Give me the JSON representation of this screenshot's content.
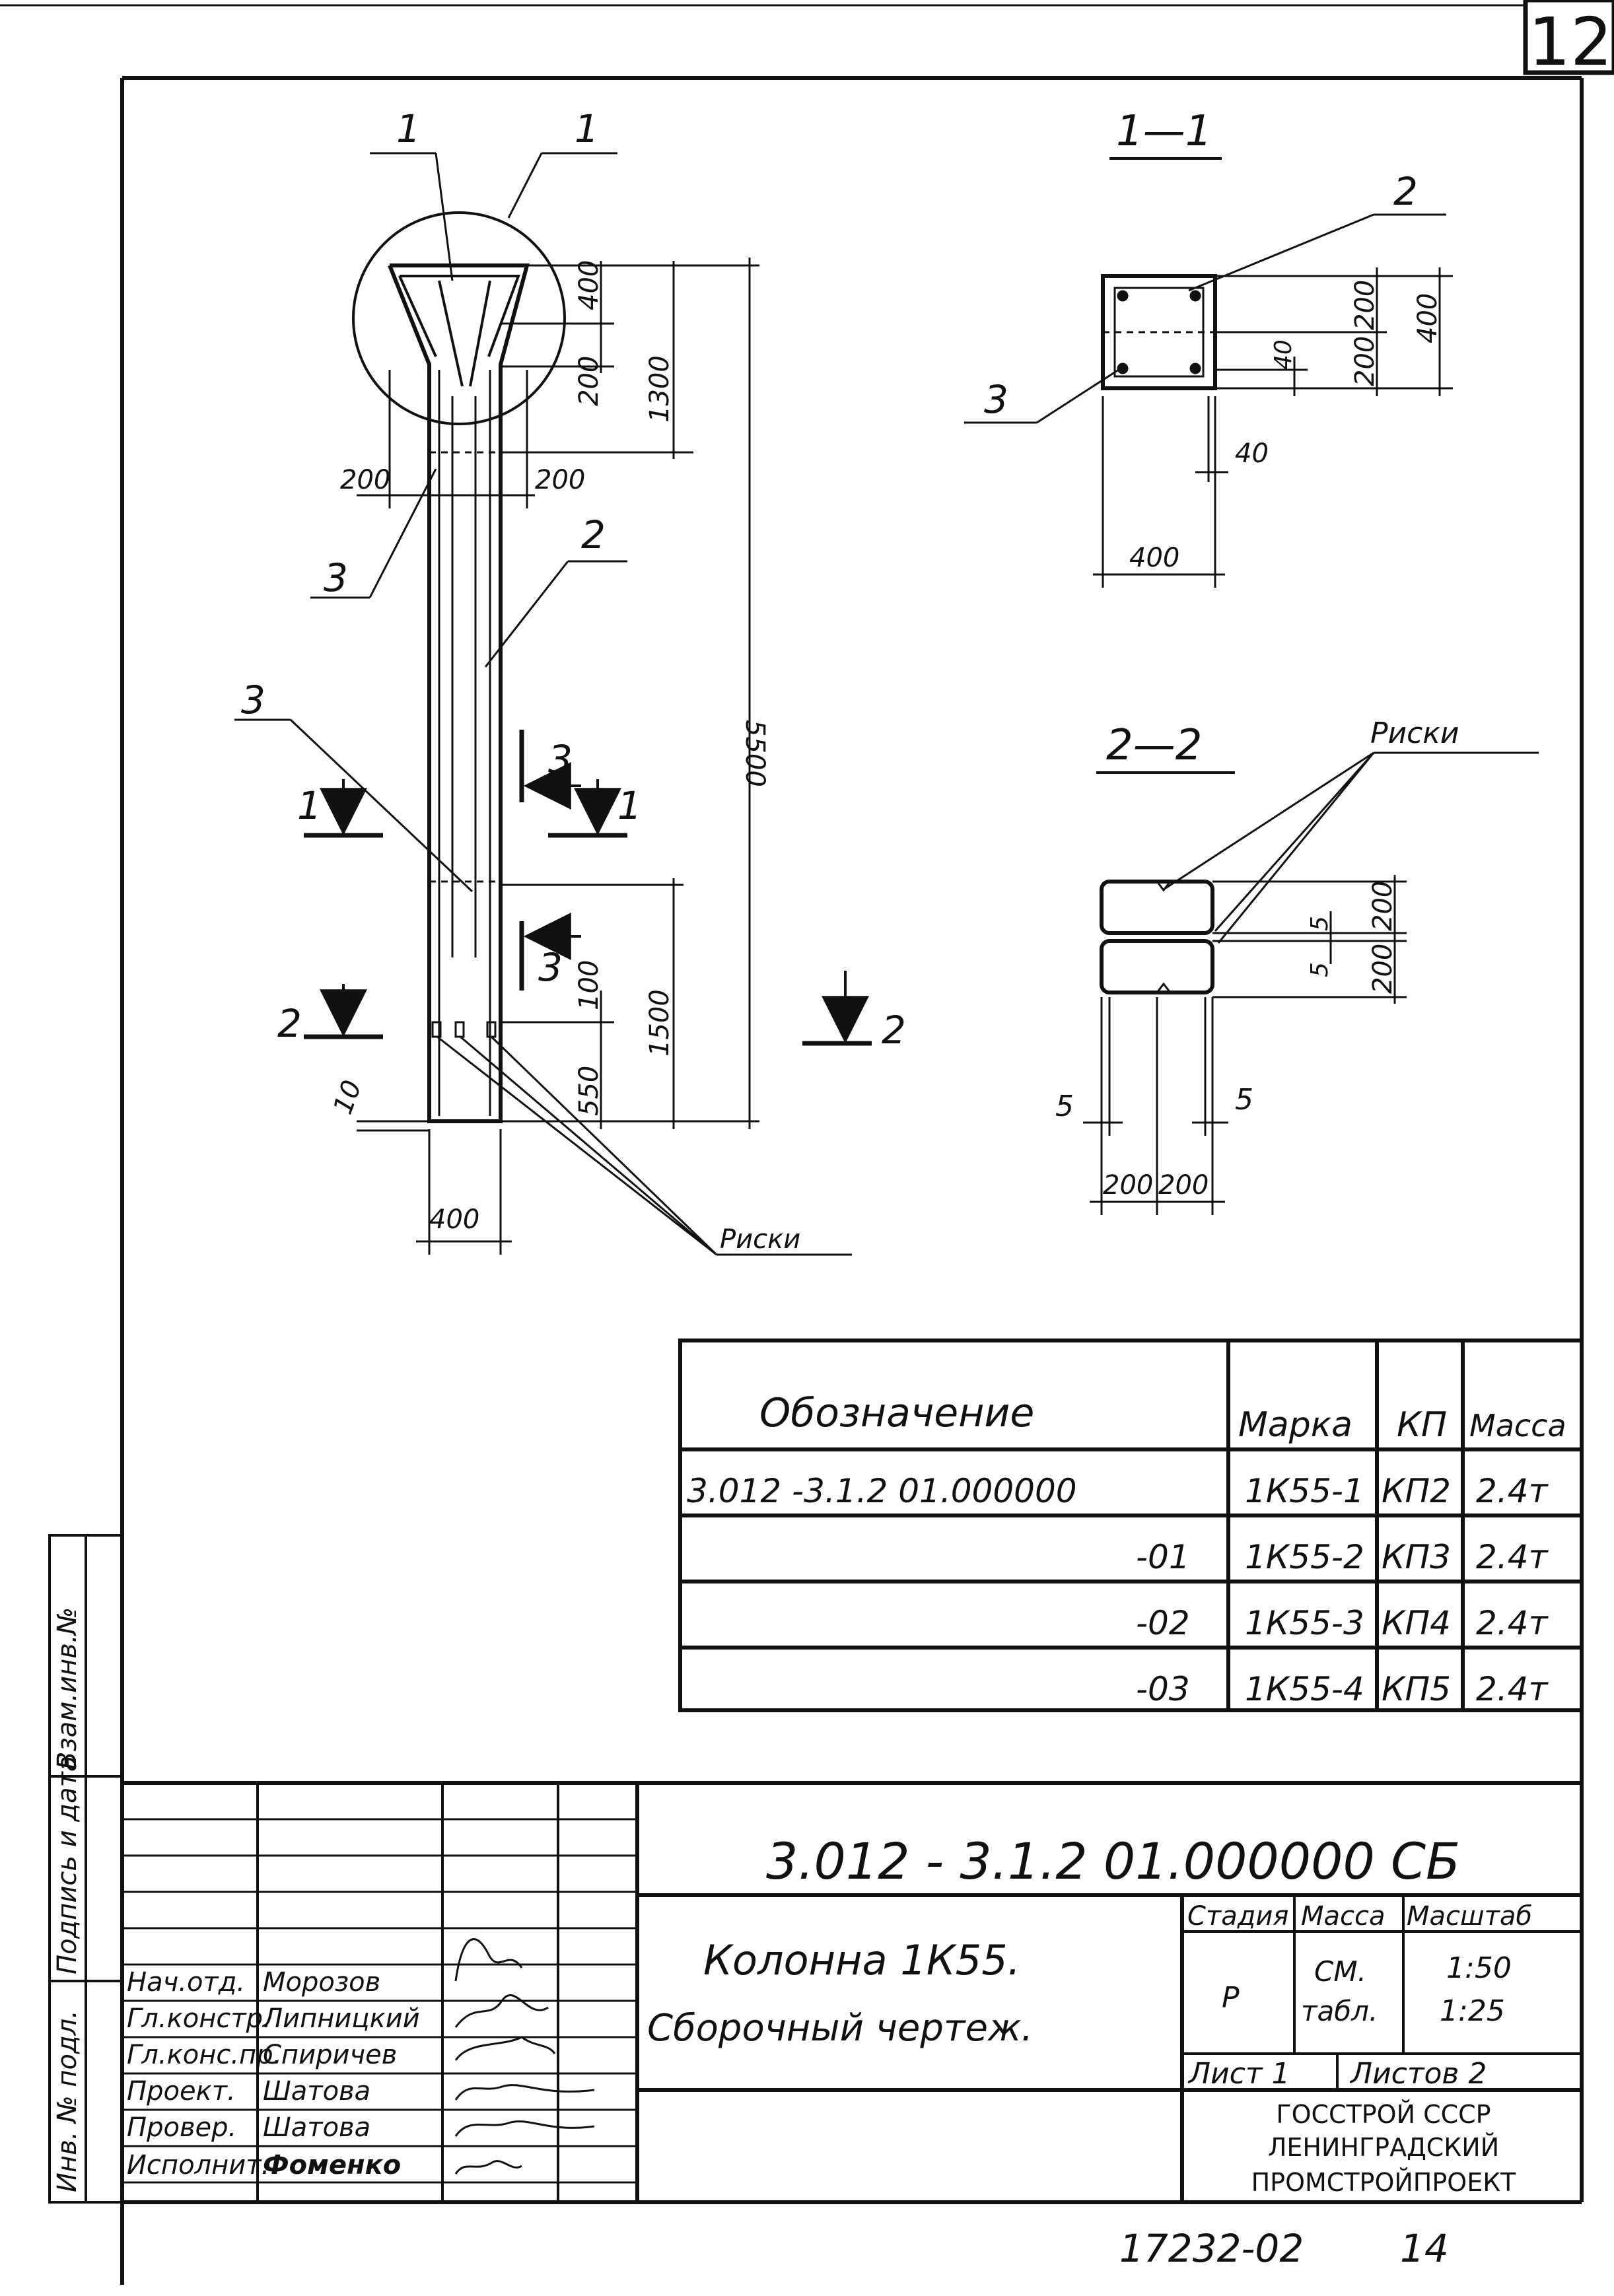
{
  "sheet_number": "12",
  "bottom_number": "17232-02",
  "bottom_page": "14",
  "side_labels": {
    "inv_replace": "Взам.инв.№",
    "signature_date": "Подпись и дата",
    "inv_orig": "Инв. № подл."
  },
  "elevation": {
    "leader_1a": "1",
    "leader_1b": "1",
    "leader_2": "2",
    "leader_3a": "3",
    "leader_3b": "3",
    "cut_1_left": "1",
    "cut_1_right": "1",
    "cut_2_left": "2",
    "cut_2_right": "2",
    "cut_3_upper": "3",
    "cut_3_lower": "3",
    "dim_400_top": "400",
    "dim_200_top": "200",
    "dim_1300": "1300",
    "dim_5500": "5500",
    "dim_200_left": "200",
    "dim_200_right": "200",
    "dim_100": "100",
    "dim_1500": "1500",
    "dim_550": "550",
    "dim_10": "10",
    "dim_400_bottom": "400",
    "label_riski": "Риски"
  },
  "section_1_1": {
    "title": "1—1",
    "leader_2": "2",
    "leader_3": "3",
    "dim_200_a": "200",
    "dim_200_b": "200",
    "dim_400_v": "400",
    "dim_40_v": "40",
    "dim_40_h": "40",
    "dim_400_h": "400"
  },
  "section_2_2": {
    "title": "2—2",
    "label_riski": "Риски",
    "dim_5_a": "5",
    "dim_5_b": "5",
    "dim_200_v1": "200",
    "dim_200_v2": "200",
    "dim_5_left": "5",
    "dim_5_right": "5",
    "dim_200_h1": "200",
    "dim_200_h2": "200"
  },
  "spec_table": {
    "headers": [
      "Обозначение",
      "Марка",
      "КП",
      "Масса"
    ],
    "rows": [
      [
        "3.012 -3.1.2    01.000000",
        "1К55-1",
        "КП2",
        "2.4т"
      ],
      [
        "-01",
        "1К55-2",
        "КП3",
        "2.4т"
      ],
      [
        "-02",
        "1К55-3",
        "КП4",
        "2.4т"
      ],
      [
        "-03",
        "1К55-4",
        "КП5",
        "2.4т"
      ]
    ]
  },
  "title_block": {
    "doc_code": "3.012 - 3.1.2      01.000000 СБ",
    "name_line1": "Колонна        1К55.",
    "name_line2": "Сборочный  чертеж.",
    "stage_header": "Стадия",
    "mass_header": "Масса",
    "scale_header": "Масштаб",
    "stage_value": "Р",
    "mass_value_1": "СМ.",
    "mass_value_2": "табл.",
    "scale_value_1": "1:50",
    "scale_value_2": "1:25",
    "sheet_label": "Лист 1",
    "sheets_label": "Листов  2",
    "org_line1": "ГОССТРОЙ СССР",
    "org_line2": "ЛЕНИНГРАДСКИЙ",
    "org_line3": "ПРОМСТРОЙПРОЕКТ",
    "staff": [
      {
        "role": "Нач.отд.",
        "name": "Морозов"
      },
      {
        "role": "Гл.констр.",
        "name": "Липницкий"
      },
      {
        "role": "Гл.конс.пр.",
        "name": "Спиричев"
      },
      {
        "role": "Проект.",
        "name": "Шатова"
      },
      {
        "role": "Провер.",
        "name": "Шатова"
      },
      {
        "role": "Исполнит.",
        "name": "Фоменко"
      }
    ]
  }
}
